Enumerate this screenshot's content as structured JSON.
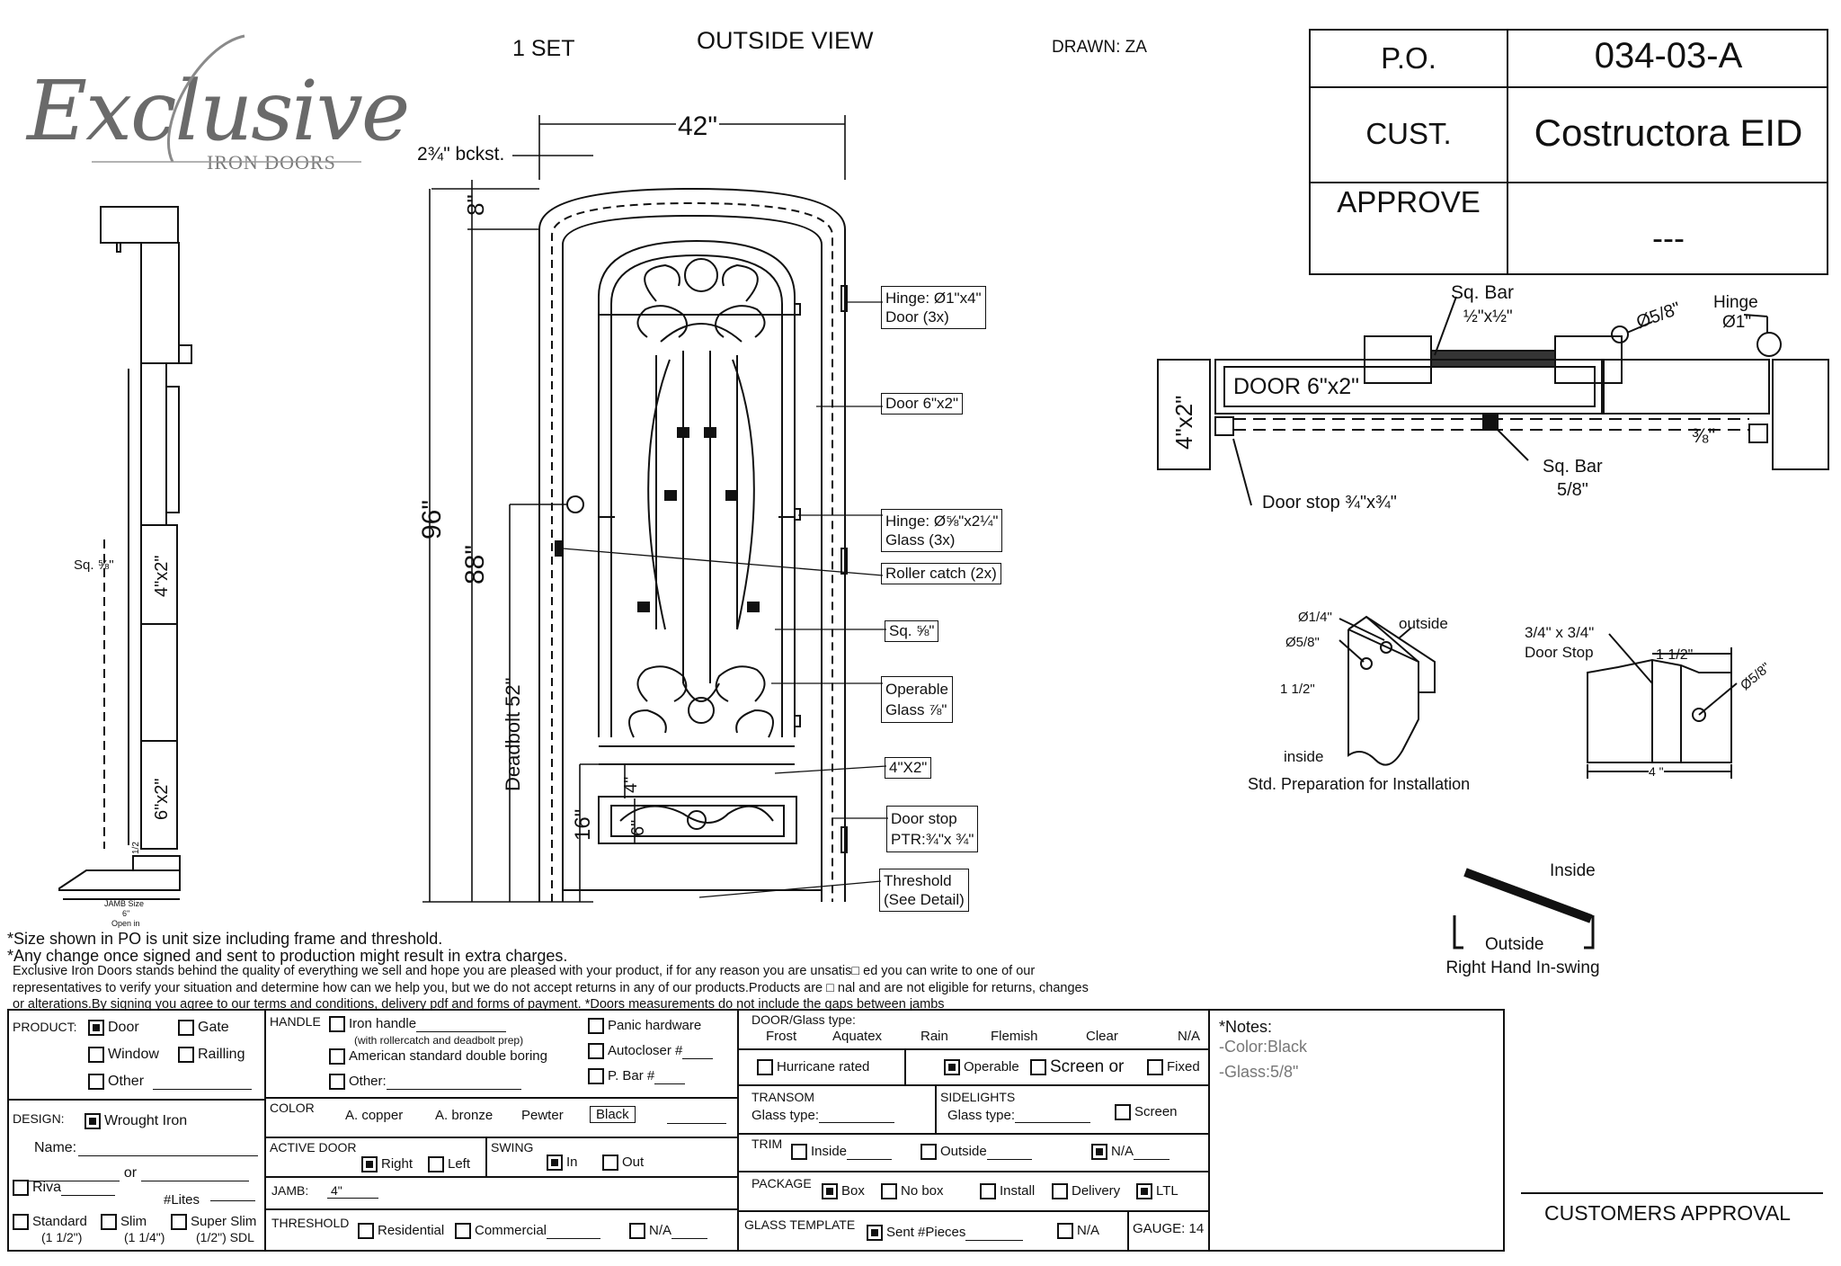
{
  "header": {
    "set_label": "1  SET",
    "view_title": "OUTSIDE VIEW",
    "drawn_by": "DRAWN: ZA"
  },
  "logo": {
    "script": "Exclusive",
    "sub": "IRON DOORS"
  },
  "title_block": {
    "po_label": "P.O.",
    "po_value": "034-03-A",
    "cust_label": "CUST.",
    "cust_value": "Costructora EID",
    "approve_label": "APPROVE",
    "approve_value": "---"
  },
  "elevation": {
    "width": "42\"",
    "backset": "2¾\" bckst.",
    "top_gap": "8\"",
    "overall_height": "96\"",
    "door_height": "88\"",
    "deadbolt": "Deadbolt 52\"",
    "bottom_16": "16\"",
    "bottom_4": "4\"",
    "bottom_6": "6\""
  },
  "callouts": [
    {
      "l1": "Hinge: Ø1\"x4\"",
      "l2": "Door (3x)"
    },
    {
      "l1": "Door 6\"x2\"",
      "l2": ""
    },
    {
      "l1": "Hinge: Ø⅝\"x2¼\"",
      "l2": "Glass (3x)"
    },
    {
      "l1": "Roller catch  (2x)",
      "l2": ""
    },
    {
      "l1": "Sq. ⅝\"",
      "l2": ""
    },
    {
      "l1": "Operable",
      "l2": "Glass ⅞\""
    },
    {
      "l1": "4\"X2\"",
      "l2": ""
    },
    {
      "l1": "Door stop",
      "l2": "PTR:¾\"x ¾\""
    },
    {
      "l1": "Threshold",
      "l2": "(See Detail)"
    }
  ],
  "section": {
    "sq_label": "Sq. ⅝\"",
    "frame_top": "4\"x2\"",
    "frame_bottom": "6\"x2\"",
    "jamb_size": "JAMB Size",
    "jamb_value": "6\"",
    "open_in": "Open in",
    "half": "1/2"
  },
  "plan": {
    "sq_bar_top": "Sq. Bar",
    "sq_bar_top_dim": "½\"x½\"",
    "dia58": "Ø5/8\"",
    "hinge": "Hinge",
    "hinge_dim": "Ø1\"",
    "door_label": "DOOR 6\"x2\"",
    "frame_label": "4\"x2\"",
    "door_stop": "Door stop ¾\"x¾\"",
    "sq_bar_bottom": "Sq. Bar",
    "sq_bar_bottom_dim": "5/8\"",
    "three_eighths": "⅜\""
  },
  "install": {
    "d14": "Ø1/4\"",
    "d58": "Ø5/8\"",
    "outside": "outside",
    "d112": "1 1/2\"",
    "inside": "inside",
    "caption": "Std. Preparation for Installation"
  },
  "door_stop_detail": {
    "title1": "3/4\" x 3/4\"",
    "title2": "Door Stop",
    "dim": "1 1/2\"",
    "dia": "Ø5/8\"",
    "width": "4 \""
  },
  "swing": {
    "inside": "Inside",
    "outside": "Outside",
    "caption": "Right Hand In-swing"
  },
  "disclaimer": [
    "*Size shown in PO is unit size including frame and threshold.",
    "*Any change once signed and sent to production might result in extra charges.",
    "Exclusive Iron Doors stands behind the quality of everything we sell and hope you are pleased with your product, if for any reason you are unsatis□ ed you can write to one of our",
    "representatives to verify your situation and determine how can we help you, but we do not accept returns in any of our products.Products are □ nal and are not eligible for returns, changes",
    "or alterations.By signing you agree to our terms and conditions, delivery pdf and forms of payment. *Doors measurements do not include the gaps between jambs"
  ],
  "form": {
    "product": {
      "label": "PRODUCT:",
      "door": "Door",
      "gate": "Gate",
      "window": "Window",
      "railling": "Railling",
      "other": "Other"
    },
    "design": {
      "label": "DESIGN:",
      "wrought": "Wrought Iron",
      "name": "Name:",
      "or": "or",
      "riva": "Riva",
      "lites": "#Lites",
      "standard": "Standard",
      "standard_sub": "(1 1/2\")",
      "slim": "Slim",
      "slim_sub": "(1 1/4\")",
      "superslim": "Super Slim",
      "superslim_sub": "(1/2\") SDL"
    },
    "handle": {
      "label": "HANDLE",
      "iron": "Iron handle",
      "iron_sub": "(with rollercatch and deadbolt prep)",
      "american": "American standard double boring",
      "other": "Other:",
      "panic": "Panic hardware",
      "autocloser": "Autocloser #",
      "pbar": "P. Bar #"
    },
    "color": {
      "label": "COLOR",
      "copper": "A. copper",
      "bronze": "A. bronze",
      "pewter": "Pewter",
      "black": "Black"
    },
    "active_door": {
      "label": "ACTIVE DOOR",
      "right": "Right",
      "left": "Left"
    },
    "swing": {
      "label": "SWING",
      "in": "In",
      "out": "Out"
    },
    "jamb": {
      "label": "JAMB:",
      "value": "4\""
    },
    "threshold": {
      "label": "THRESHOLD",
      "residential": "Residential",
      "commercial": "Commercial",
      "na": "N/A"
    },
    "glass_type": {
      "label": "DOOR/Glass type:",
      "frost": "Frost",
      "aquatex": "Aquatex",
      "rain": "Rain",
      "flemish": "Flemish",
      "clear": "Clear",
      "na": "N/A"
    },
    "hurricane": "Hurricane rated",
    "operable": "Operable",
    "screen_or": "Screen or",
    "fixed": "Fixed",
    "transom": {
      "label": "TRANSOM",
      "glass": "Glass type:"
    },
    "sidelights": {
      "label": "SIDELIGHTS",
      "glass": "Glass type:",
      "screen": "Screen"
    },
    "trim": {
      "label": "TRIM",
      "inside": "Inside",
      "outside": "Outside",
      "na": "N/A"
    },
    "package": {
      "label": "PACKAGE",
      "box": "Box",
      "nobox": "No box",
      "install": "Install",
      "delivery": "Delivery",
      "ltl": "LTL"
    },
    "template": {
      "label": "GLASS TEMPLATE",
      "sent": "Sent #Pieces",
      "na": "N/A",
      "gauge": "GAUGE: 14"
    },
    "notes": {
      "label": "*Notes:",
      "color": "-Color:Black",
      "glass": "-Glass:5/8\""
    },
    "approval": "CUSTOMERS APPROVAL"
  }
}
